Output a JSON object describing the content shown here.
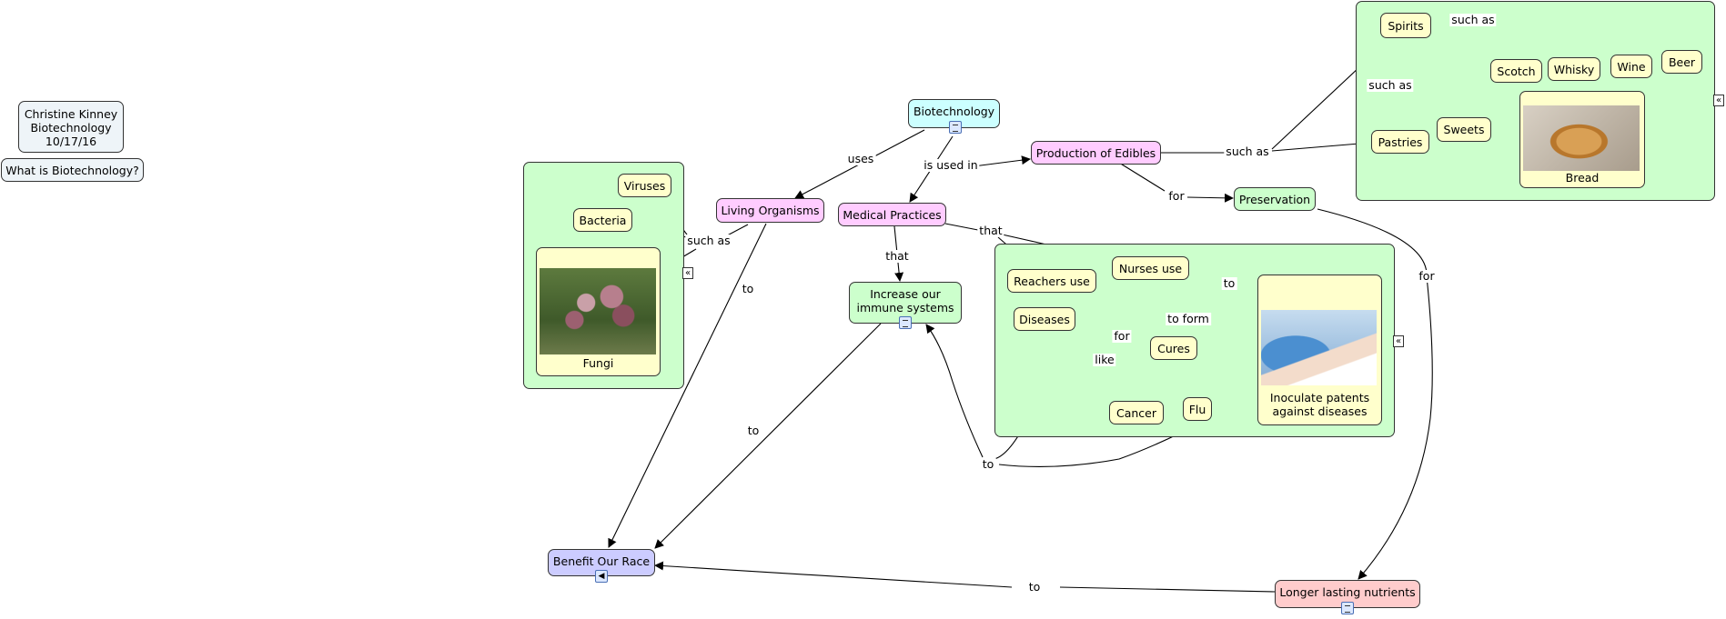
{
  "header": {
    "author_lines": [
      "Christine Kinney",
      "Biotechnology",
      "10/17/16"
    ],
    "question": "What is Biotechnology?"
  },
  "nodes": {
    "biotechnology": "Biotechnology",
    "production_of_edibles": "Production of Edibles",
    "living_organisms": "Living Organisms",
    "medical_practices": "Medical Practices",
    "preservation": "Preservation",
    "increase_immune": [
      "Increase our",
      "immune systems"
    ],
    "benefit_our_race": "Benefit Our Race",
    "longer_lasting_nutrients": "Longer lasting nutrients",
    "viruses": "Viruses",
    "bacteria": "Bacteria",
    "fungi": "Fungi",
    "spirits": "Spirits",
    "scotch": "Scotch",
    "whisky": "Whisky",
    "wine": "Wine",
    "beer": "Beer",
    "pastries": "Pastries",
    "sweets": "Sweets",
    "bread": "Bread",
    "reachers_use": "Reachers use",
    "nurses_use": "Nurses use",
    "diseases": "Diseases",
    "cures": "Cures",
    "cancer": "Cancer",
    "flu": "Flu",
    "inoculate": [
      "Inoculate patents",
      "against diseases"
    ]
  },
  "link_labels": {
    "uses": "uses",
    "is_used_in": "is used in",
    "such_as_organisms": "such as",
    "to_organisms": "to",
    "that_immune": "that",
    "that_groups": "that",
    "to_immune": "to",
    "for_preservation": "for",
    "such_as_edibles": "such as",
    "such_as_spirits": "such as",
    "such_as_pastries": "such as",
    "for_nutrients": "for",
    "to_nutrients": "to",
    "to_form": "to form",
    "for_cures": "for",
    "like": "like",
    "to_nurses": "to",
    "to_bottom": "to"
  },
  "icons": {
    "document": "document-icon",
    "sound": "sound-icon",
    "collapse": "collapse-icon"
  },
  "colors": {
    "green": "#ccffcc",
    "yellow": "#ffffcc",
    "pink": "#ffccff",
    "cyan": "#ccffff",
    "blue": "#ccccff",
    "salmon": "#ffcccc"
  }
}
